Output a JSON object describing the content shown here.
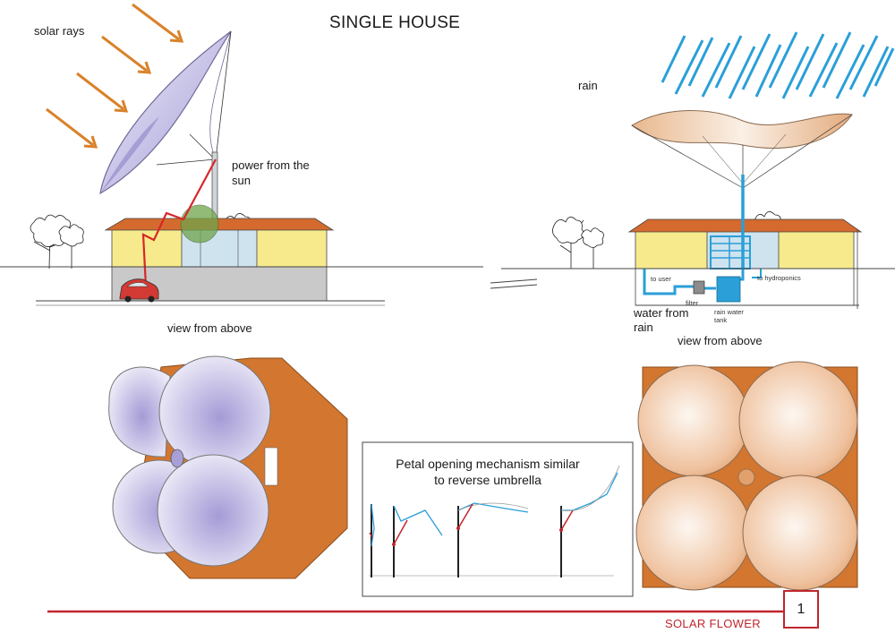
{
  "title": "SINGLE HOUSE",
  "left_panel": {
    "solar_rays_label": "solar rays",
    "power_label": "power from the sun",
    "view_label": "view from above"
  },
  "right_panel": {
    "rain_label": "rain",
    "to_user_label": "to user",
    "filter_label": "filter",
    "tank_label": "rain water tank",
    "hydroponics_label": "to hydroponics",
    "water_label": "water from rain",
    "view_label": "view from above"
  },
  "mechanism": {
    "caption": "Petal opening mechanism similar to reverse umbrella"
  },
  "footer": {
    "label": "SOLAR FLOWER",
    "page_number": "1"
  },
  "colors": {
    "accent_red": "#c0262d",
    "arrow_orange": "#d9822b",
    "rain_blue": "#2a9fd8",
    "petal_purple": "#a9a3d8",
    "petal_tan": "#e3ad82",
    "roof_orange": "#d46a2e",
    "wall_yellow": "#f6ea8c"
  }
}
